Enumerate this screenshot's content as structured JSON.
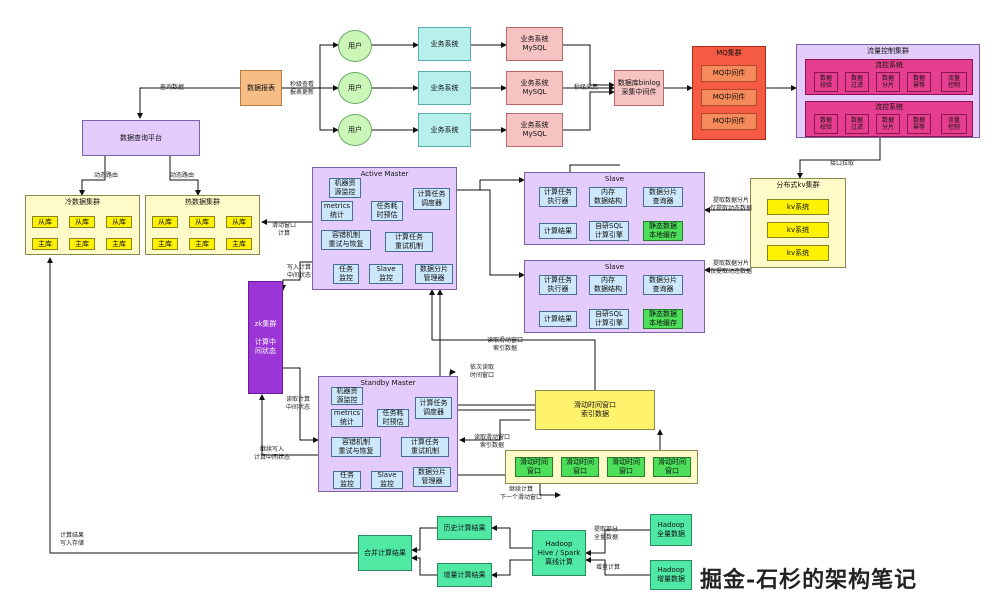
{
  "sources": {
    "data_report": "数据报表",
    "user": "用户",
    "biz_system": "业务系统",
    "biz_mysql": "业务系统\nMySQL",
    "binlog": "数据库binlog\n采集中间件"
  },
  "mq": {
    "title": "MQ集群",
    "node": "MQ中间件"
  },
  "flow": {
    "title": "流量控制集群",
    "sub_title": "流控系统",
    "items": [
      "数据\n校验",
      "数据\n过滤",
      "数据\n分片",
      "数据\n幂等",
      "流量\n控制"
    ]
  },
  "kv": {
    "title": "分布式kv集群",
    "node": "kv系统"
  },
  "query_platform": "数据查询平台",
  "cold": {
    "title": "冷数据集群",
    "replica": "从库",
    "primary": "主库"
  },
  "hot": {
    "title": "热数据集群",
    "replica": "从库",
    "primary": "主库"
  },
  "active_master": {
    "title": "Active Master",
    "machine": "机器资\n源监控",
    "scheduler": "计算任务\n调度器",
    "metrics": "metrics\n统计",
    "estimate": "任务耗\n时预估",
    "fault": "容错机制\n重试与恢复",
    "retry": "计算任务\n重试机制",
    "task_monitor": "任务\n监控",
    "slave_monitor": "Slave\n监控",
    "shard_mgr": "数据分片\n管理器"
  },
  "standby_master": {
    "title": "Standby Master",
    "machine": "机器资\n源监控",
    "scheduler": "计算任务\n调度器",
    "metrics": "metrics\n统计",
    "estimate": "任务耗\n时预估",
    "fault": "容错机制\n重试与恢复",
    "retry": "计算任务\n重试机制",
    "task_monitor": "任务\n监控",
    "slave_monitor": "Slave\n监控",
    "shard_mgr": "数据分片\n管理器"
  },
  "slave": {
    "title": "Slave",
    "executor": "计算任务\n执行器",
    "memory": "内存\n数据结构",
    "shard_query": "数据分片\n查询器",
    "result": "计算结果",
    "sql": "自研SQL\n计算引擎",
    "static": "静态数据\n本地缓存"
  },
  "zk": "zk集群\n\n计算中\n间状态",
  "window_index": "滑动时间窗口\n索引数据",
  "window": "滑动时间\n窗口",
  "offline": {
    "history": "历史计算结果",
    "increment": "增量计算结果",
    "merge": "合并计算结果",
    "hadoop": "Hadoop\nHive / Spark\n离线计算",
    "full": "Hadoop\n全量数据",
    "inc_data": "Hadoop\n增量数据"
  },
  "labels": {
    "query_data": "查询数据",
    "second_refresh": "秒级查看\n报表更新",
    "second_collect": "秒级采集",
    "dynamic_route1": "动态路由",
    "dynamic_route2": "动态路由",
    "window_calc": "滑动窗口\n计算",
    "write_state": "写入计算\n中间状态",
    "read_state": "读取计算\n中间状态",
    "continue_write": "继续写入\n计算中间状态",
    "fetch_dynamic1": "提取数据分片\n仅提取动态数据",
    "fetch_dynamic2": "提取数据分片\n仅提取动态数据",
    "interface": "接口拉取",
    "read_window": "读取滑动窗口\n索引数据",
    "read_seq": "依次读取\n时间窗口",
    "read_window2": "读取滑动窗口\n索引数据",
    "continue_calc": "继续计算\n下一个滑动窗口",
    "extract_full": "提取部分\n全量数据",
    "inc_label": "增量计算",
    "result_store": "计算结果\n写入存储"
  },
  "watermark": "掘金-石杉的架构笔记"
}
